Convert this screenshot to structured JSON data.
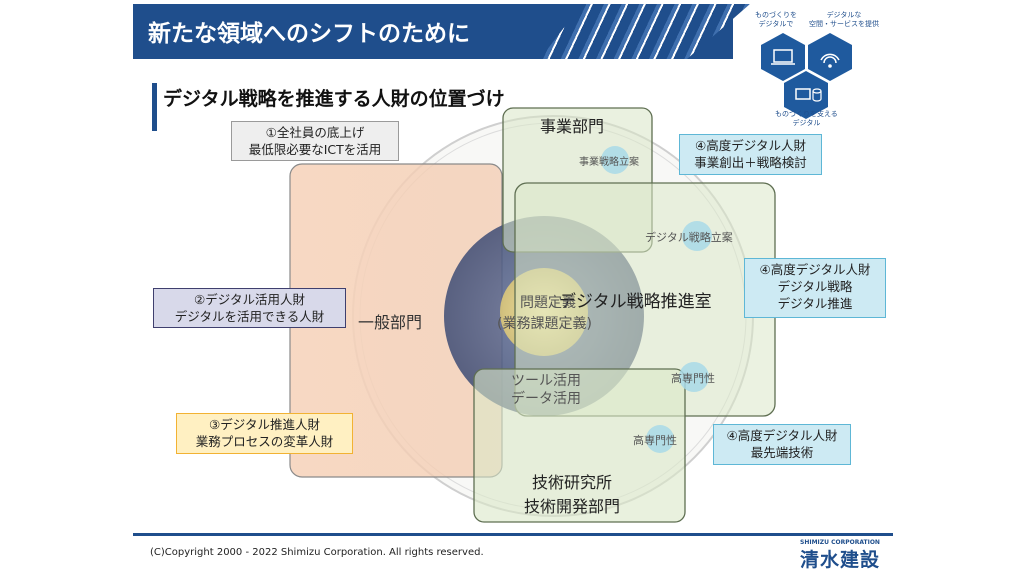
{
  "header": {
    "title": "新たな領域へのシフトのために",
    "subtitle": "デジタル戦略を推進する人財の位置づけ"
  },
  "logo_captions": {
    "top_left": "ものづくりを\nデジタルで",
    "top_right": "デジタルな\n空間・サービスを提供",
    "bottom": "ものづくりを支える\nデジタル"
  },
  "diagram": {
    "regions": {
      "general": "一般部門",
      "business": "事業部門",
      "digital_office": "デジタル戦略推進室",
      "research_line1": "技術研究所",
      "research_line2": "技術開発部門"
    },
    "center": {
      "line1": "問題定義",
      "line2": "(業務課題定義)",
      "tools_line1": "ツール活用",
      "tools_line2": "データ活用"
    },
    "bubbles": {
      "business_plan": "事業戦略立案",
      "digital_plan": "デジタル戦略立案",
      "expertise_1": "高専門性",
      "expertise_2": "高専門性"
    },
    "callouts": {
      "c1_line1": "①全社員の底上げ",
      "c1_line2": "最低限必要なICTを活用",
      "c2_line1": "②デジタル活用人財",
      "c2_line2": "デジタルを活用できる人財",
      "c3_line1": "③デジタル推進人財",
      "c3_line2": "業務プロセスの変革人財",
      "c4a_line1": "④高度デジタル人財",
      "c4a_line2": "事業創出＋戦略検討",
      "c4b_line1": "④高度デジタル人財",
      "c4b_line2": "デジタル戦略",
      "c4b_line3": "デジタル推進",
      "c4c_line1": "④高度デジタル人財",
      "c4c_line2": "最先端技術"
    }
  },
  "footer": {
    "copyright": "(C)Copyright 2000 - 2022 Shimizu Corporation. All rights reserved.",
    "corp_small": "SHIMIZU CORPORATION",
    "corp_name": "清水建設"
  },
  "colors": {
    "brand_blue": "#1f4e8c",
    "general_fill": "#f6d9c6",
    "green_fill": "#d9e7c8",
    "center_circle": "#4e5f85",
    "problem_circle": "#e9d58a",
    "bubble": "#a9dbe8",
    "callout_blue": "#cdeaf3",
    "callout_gray": "#eeeeee",
    "callout_purple": "#d8d9ea",
    "callout_yellow": "#fff0c2"
  }
}
